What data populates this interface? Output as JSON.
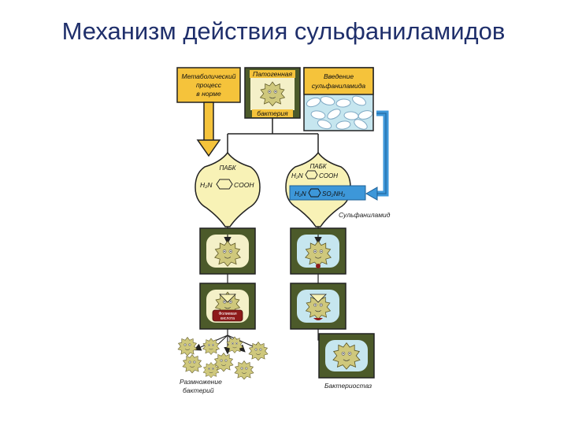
{
  "title": "Механизм действия сульфаниламидов",
  "boxes": {
    "metabolic": [
      "Метаболический",
      "процесс",
      "в норме"
    ],
    "pathogen_top": "Патогенная",
    "pathogen_bottom": "бактерия",
    "drug": [
      "Введение",
      "сульфаниламида"
    ]
  },
  "paba": {
    "label_left": "ПАБК",
    "formula_left_a": "H₂N",
    "formula_left_b": "COOH",
    "label_right": "ПАБК",
    "formula_right_a": "H₂N",
    "formula_right_b": "COOH",
    "sulfa_a": "H₂N",
    "sulfa_b": "SO₂NH₂",
    "sulfa_caption": "Сульфаниламид"
  },
  "acid_label": [
    "Фолиевая",
    "кислота"
  ],
  "captions": {
    "left": [
      "Размножение",
      "бактерий"
    ],
    "right": "Бактериостаз"
  },
  "colors": {
    "title": "#1f2f6b",
    "label_box": "#f5c33b",
    "panel_dark": "#4c5a2a",
    "panel_light": "#f4f0c8",
    "panel_blue": "#c6e6ef",
    "bacterium": "#cfc87c",
    "sulfa_blue": "#3d97d9",
    "folic_red": "#8e1a1a"
  }
}
